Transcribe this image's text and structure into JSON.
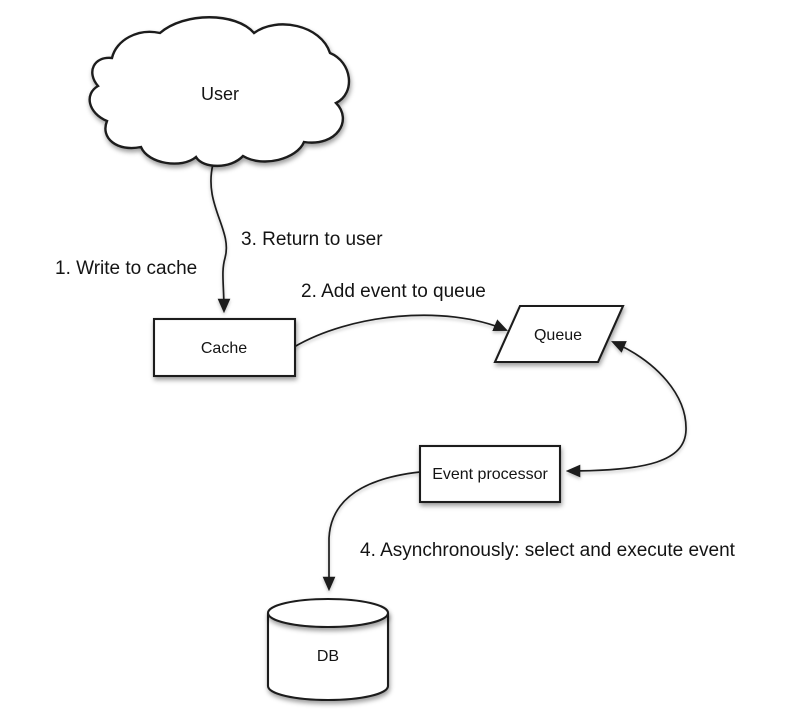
{
  "diagram": {
    "background_color": "#ffffff",
    "stroke_color": "#1c1c1c",
    "shape_fill_color": "#ffffff",
    "nodes": {
      "user": {
        "label": "User",
        "shape": "cloud"
      },
      "cache": {
        "label": "Cache",
        "shape": "rectangle"
      },
      "queue": {
        "label": "Queue",
        "shape": "parallelogram"
      },
      "event_processor": {
        "label": "Event processor",
        "shape": "rectangle"
      },
      "db": {
        "label": "DB",
        "shape": "cylinder"
      }
    },
    "steps": {
      "step1": "1. Write to cache",
      "step2": "2. Add event to queue",
      "step3": "3. Return to user",
      "step4": "4. Asynchronously: select and execute event"
    },
    "edges": [
      {
        "from": "user",
        "to": "cache",
        "direction": "one-way"
      },
      {
        "from": "cache",
        "to": "queue",
        "direction": "one-way"
      },
      {
        "from": "queue",
        "to": "event_processor",
        "direction": "two-way"
      },
      {
        "from": "event_processor",
        "to": "db",
        "direction": "one-way"
      }
    ]
  }
}
